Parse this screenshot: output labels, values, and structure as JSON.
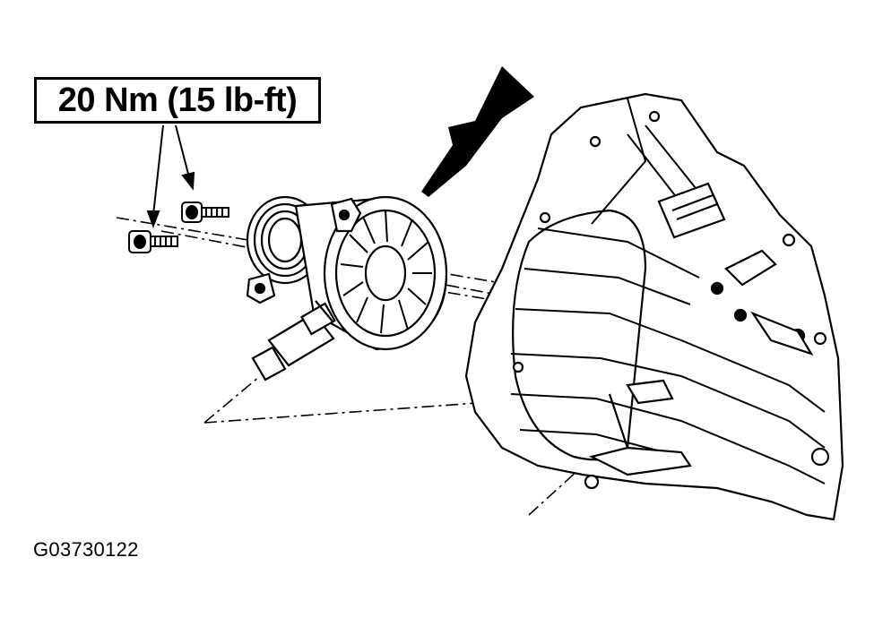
{
  "callout": {
    "torque_spec": "20 Nm (15 lb-ft)"
  },
  "figure": {
    "code": "G03730122"
  },
  "colors": {
    "ink": "#000000",
    "paper": "#ffffff"
  },
  "parts": [
    {
      "name": "bolt",
      "count": 2
    },
    {
      "name": "clutch-slave-cylinder-release-bearing"
    },
    {
      "name": "transmission-bellhousing"
    },
    {
      "name": "hydraulic-line-fitting"
    }
  ]
}
